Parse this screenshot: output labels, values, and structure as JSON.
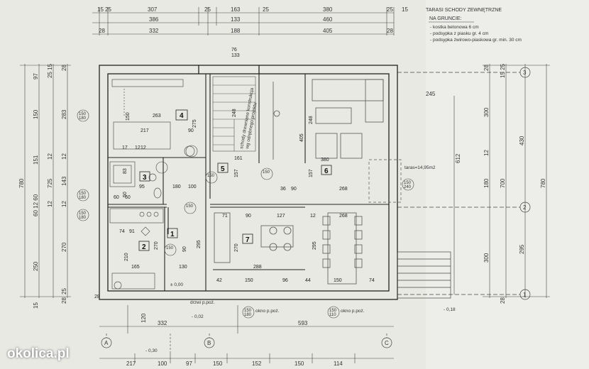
{
  "watermark": "okolica.pl",
  "terrace_note": {
    "title": "TARASI SCHODY ZEWNĘTRZNE",
    "subtitle": "NA GRUNCIE:",
    "lines": [
      "- kostka betonowa 6 cm",
      "- podsypka z piasku gr. 4 cm",
      "- podsypka żwirowo-piaskowa gr. min. 30 cm"
    ]
  },
  "terrace_area": "taras=14,95m2",
  "stair_note": [
    "schody drewniane konstrukcja",
    "wg odrębnego projektu"
  ],
  "window_labels": [
    "okno p.poż.",
    "okno p.poż.",
    "drzwi p.poż."
  ],
  "top_dims": {
    "row1": [
      "15",
      "25",
      "307",
      "25",
      "163",
      "25",
      "380",
      "25",
      "15"
    ],
    "row2": [
      "386",
      "133",
      "460"
    ],
    "row3": [
      "28",
      "332",
      "188",
      "405",
      "28"
    ]
  },
  "bottom_dims": {
    "row1": [
      "120",
      "332",
      "593"
    ],
    "row2": [
      "217",
      "100",
      "97",
      "150",
      "152",
      "150",
      "114"
    ]
  },
  "left_dims": {
    "outer": "780",
    "mid": [
      "97",
      "150",
      "151",
      "60 12 60",
      "250",
      "15"
    ],
    "inner": [
      "725"
    ],
    "inner2": [
      "283",
      "12",
      "143",
      "12",
      "270",
      "25"
    ],
    "edge": [
      "25 15",
      "28",
      "12",
      "12",
      "28"
    ]
  },
  "right_dims": {
    "outer": "780",
    "mid": [
      "430",
      "295"
    ],
    "inner": [
      "300",
      "180",
      "700",
      "300"
    ],
    "edge": [
      "15 25",
      "28",
      "12",
      "28"
    ],
    "side": [
      "612",
      "245"
    ]
  },
  "axis_labels": [
    "A",
    "B",
    "C",
    "1",
    "2",
    "3"
  ],
  "levels": [
    "± 0,00",
    "- 0,02",
    "- 0,30",
    "- 0,18"
  ],
  "rooms": [
    {
      "num": "4",
      "dims": [
        "263",
        "275",
        "217",
        "90",
        "150"
      ]
    },
    {
      "num": "3",
      "dims": [
        "83",
        "95",
        "50"
      ]
    },
    {
      "num": "2",
      "dims": [
        "270",
        "210",
        "165",
        "130"
      ]
    },
    {
      "num": "1",
      "dims": [
        "90",
        "295"
      ]
    },
    {
      "num": "5",
      "dims": [
        "248",
        "157",
        "161"
      ]
    },
    {
      "num": "6",
      "dims": [
        "405",
        "248",
        "157",
        "268",
        "380"
      ]
    },
    {
      "num": "7",
      "dims": [
        "270",
        "288",
        "295",
        "127",
        "268"
      ]
    }
  ],
  "misc_dims": [
    "74",
    "91",
    "71",
    "90",
    "12",
    "42",
    "150",
    "96",
    "44",
    "150",
    "74",
    "180",
    "36",
    "90",
    "60",
    "60",
    "76",
    "133",
    "12",
    "100",
    "28",
    "17",
    "12"
  ],
  "bubbles": [
    "150",
    "180",
    "150",
    "180",
    "150",
    "180",
    "150",
    "240",
    "150",
    "180",
    "150",
    "110",
    "150",
    "150",
    "150",
    "150"
  ]
}
